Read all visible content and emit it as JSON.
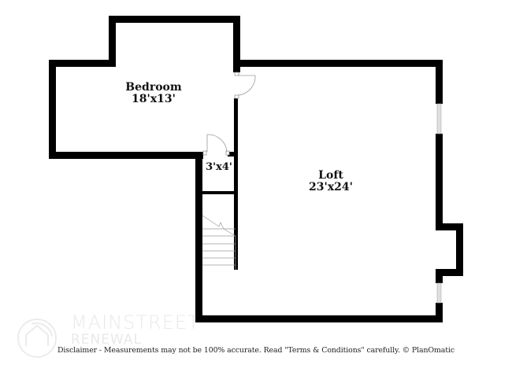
{
  "floorplan": {
    "rooms": [
      {
        "id": "bedroom",
        "name": "Bedroom",
        "dimensions": "18'x13'"
      },
      {
        "id": "closet",
        "name": "",
        "dimensions": "3'x4'"
      },
      {
        "id": "loft",
        "name": "Loft",
        "dimensions": "23'x24'"
      }
    ],
    "features": {
      "doors": 2,
      "windows": 2,
      "stairs": 1
    },
    "colors": {
      "wall": "#000000",
      "background": "#ffffff",
      "window": "#e0e0e0",
      "door_swing": "#9a9a9a"
    }
  },
  "watermark": {
    "line1": "MAINSTREET",
    "line2": "RENEWAL"
  },
  "disclaimer": "Disclaimer - Measurements may not be 100% accurate. Read \"Terms & Conditions\" carefully. © PlanOmatic"
}
